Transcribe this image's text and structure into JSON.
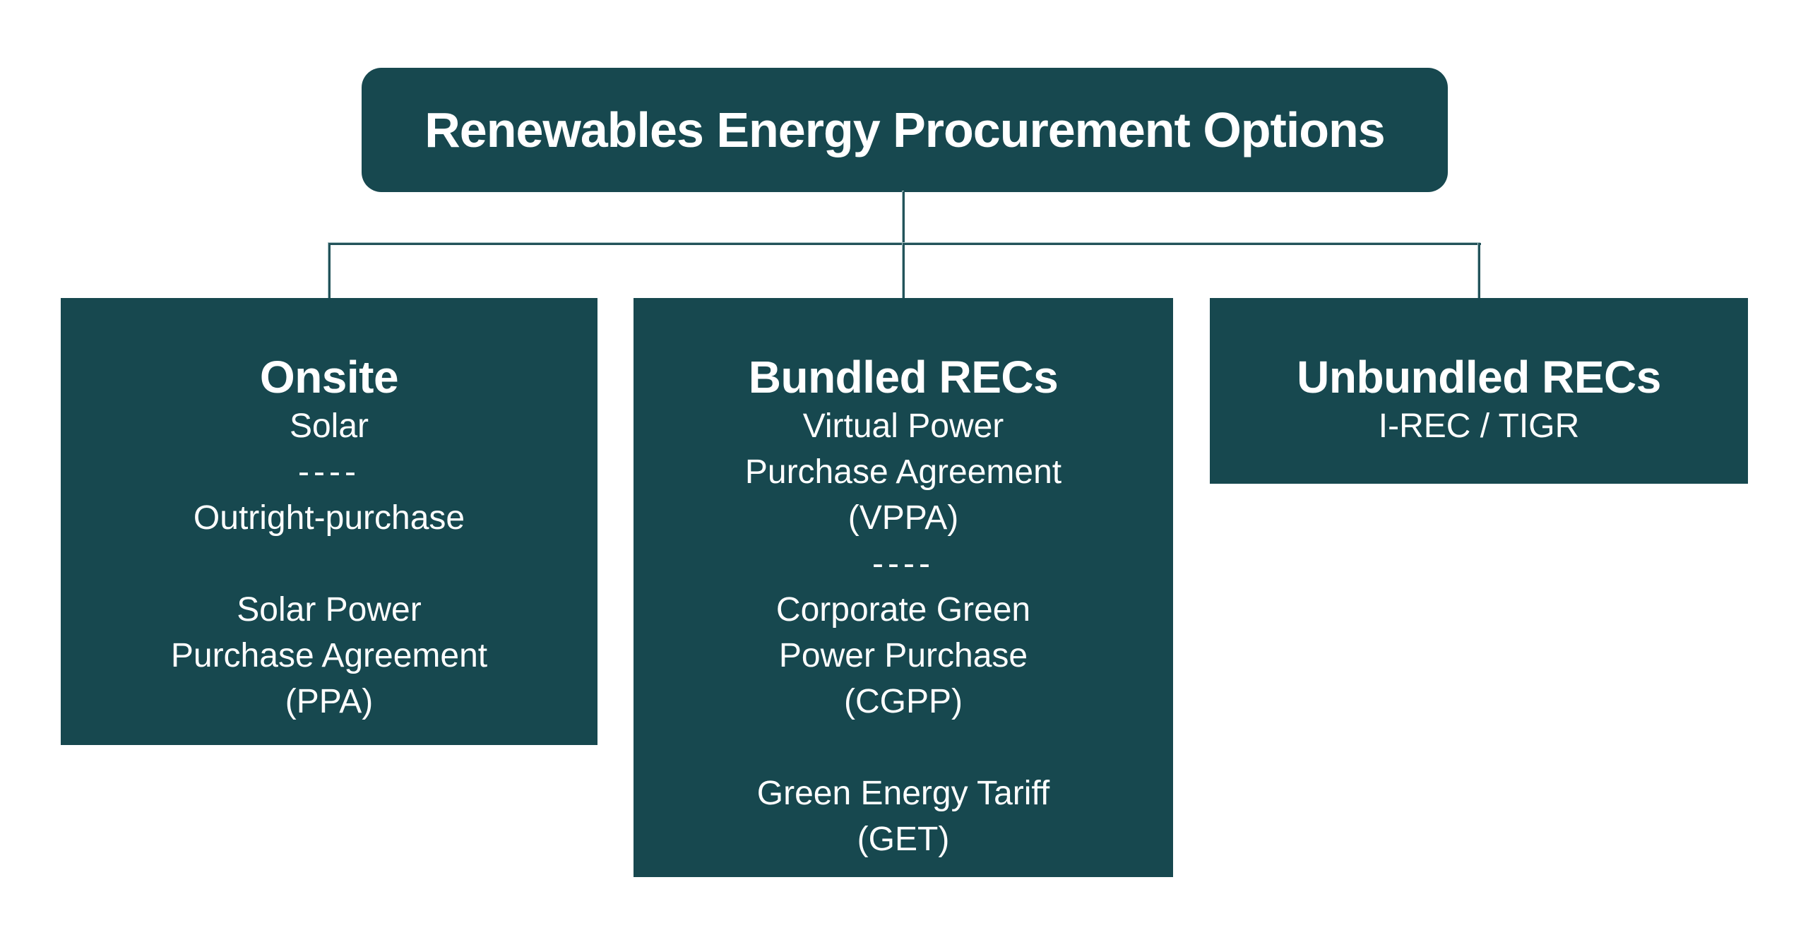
{
  "diagram": {
    "title": "Renewables Energy Procurement Options",
    "colors": {
      "background": "#FFFFFF",
      "box_fill": "#17484F",
      "connector": "#23535A",
      "text": "#FFFFFF"
    },
    "branches": [
      {
        "heading": "Onsite",
        "lines": [
          "Solar",
          "----",
          "Outright-purchase",
          "",
          "Solar Power",
          "Purchase Agreement",
          "(PPA)"
        ]
      },
      {
        "heading": "Bundled RECs",
        "lines": [
          "Virtual Power",
          "Purchase Agreement",
          "(VPPA)",
          "----",
          "Corporate Green",
          "Power Purchase",
          "(CGPP)",
          "",
          "Green Energy Tariff",
          "(GET)"
        ]
      },
      {
        "heading": "Unbundled RECs",
        "lines": [
          "I-REC / TIGR"
        ]
      }
    ]
  }
}
